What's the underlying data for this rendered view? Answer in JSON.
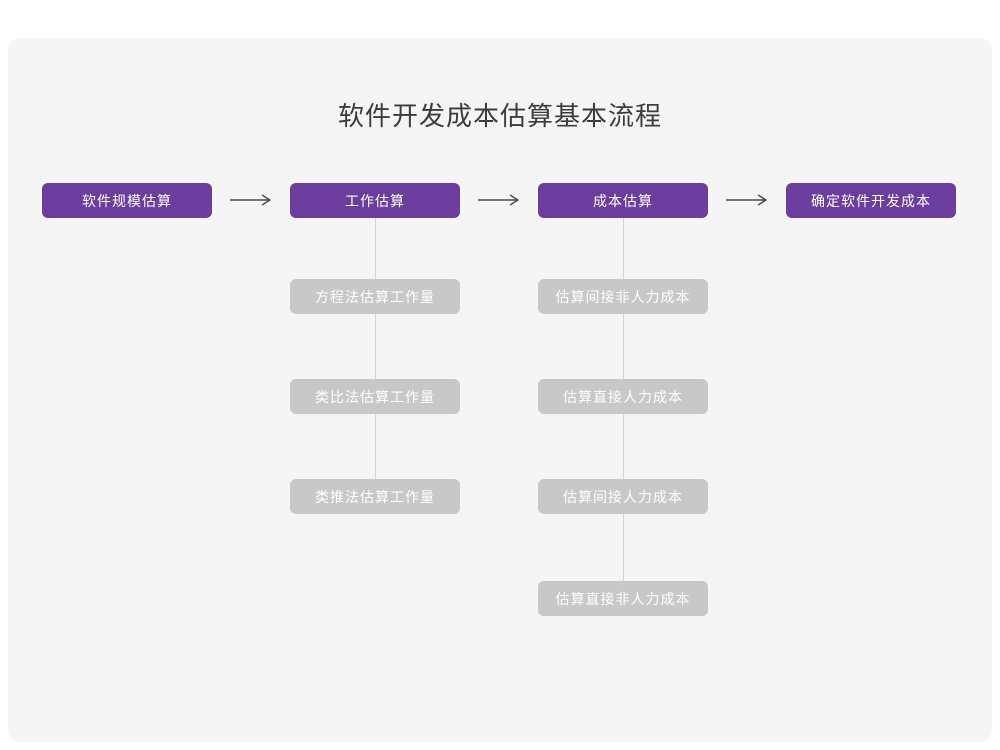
{
  "title": "软件开发成本估算基本流程",
  "colors": {
    "accent_purple": "#6b3d9e",
    "node_gray": "#c8c8c8",
    "connector_gray": "#d4d4d4",
    "arrow_gray": "#4a4a4a",
    "card_background": "#f5f5f6",
    "page_background": "#ffffff",
    "title_text": "#3c3c3c"
  },
  "flow": {
    "nodes": [
      {
        "label": "软件规模估算"
      },
      {
        "label": "工作估算"
      },
      {
        "label": "成本估算"
      },
      {
        "label": "确定软件开发成本"
      }
    ]
  },
  "chains": [
    {
      "items": [
        {
          "label": "方程法估算工作量"
        },
        {
          "label": "类比法估算工作量"
        },
        {
          "label": "类推法估算工作量"
        }
      ]
    },
    {
      "items": [
        {
          "label": "估算间接非人力成本"
        },
        {
          "label": "估算直接人力成本"
        },
        {
          "label": "估算间接人力成本"
        },
        {
          "label": "估算直接非人力成本"
        }
      ]
    }
  ]
}
